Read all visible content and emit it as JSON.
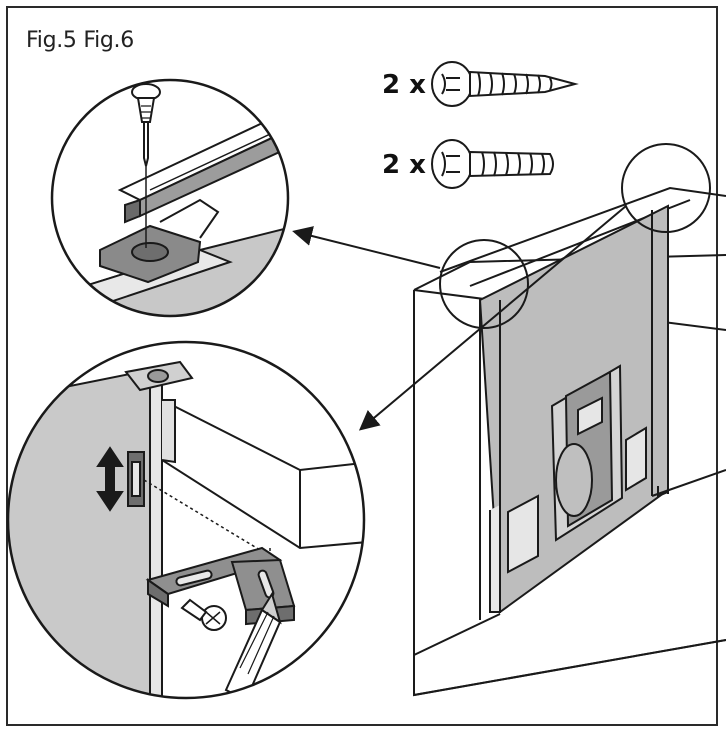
{
  "figure": {
    "label": "Fig.5 Fig.6"
  },
  "parts": [
    {
      "quantity_label": "2 x",
      "icon": "wood-screw-icon"
    },
    {
      "quantity_label": "2 x",
      "icon": "machine-screw-icon"
    }
  ],
  "colors": {
    "line": "#1a1a1a",
    "panel_gray": "#bdbdbd",
    "light_gray": "#dcdcdc",
    "dark_gray": "#8a8a8a",
    "white": "#ffffff"
  }
}
